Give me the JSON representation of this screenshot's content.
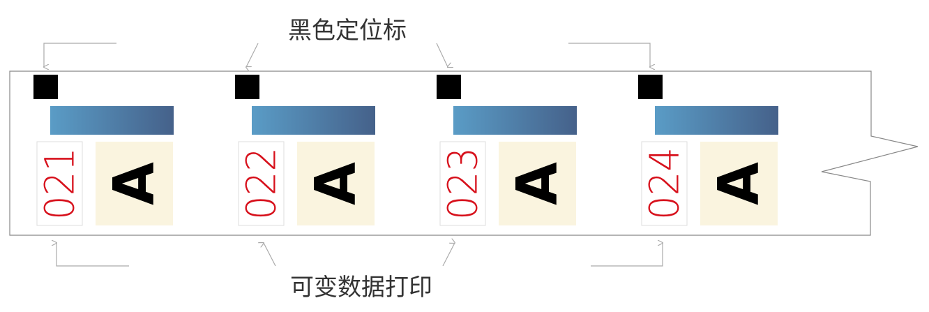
{
  "labels": {
    "top": "黑色定位标",
    "bottom": "可变数据打印"
  },
  "units": [
    {
      "number": "021",
      "letter": "A"
    },
    {
      "number": "022",
      "letter": "A"
    },
    {
      "number": "023",
      "letter": "A"
    },
    {
      "number": "024",
      "letter": "A"
    }
  ],
  "colors": {
    "marker": "#000000",
    "bar_start": "#5a9cc6",
    "bar_end": "#45618a",
    "number": "#d7111c",
    "letter_bg": "#faf4df",
    "outline": "#888888",
    "arrow": "#aaaaaa"
  }
}
